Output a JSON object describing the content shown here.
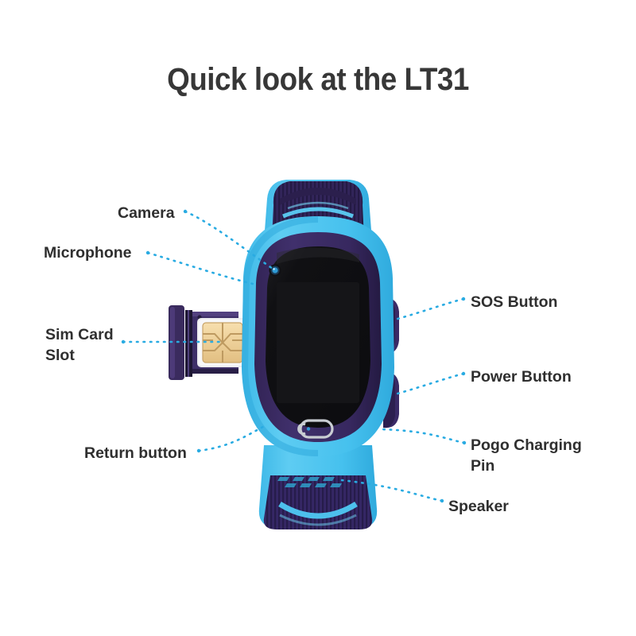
{
  "page": {
    "title": "Quick look at the LT31",
    "background_color": "#ffffff",
    "title_color": "#373737"
  },
  "product": {
    "name": "LT31",
    "type": "kids smart watch",
    "colors": {
      "strap_light_blue": "#4CC3EE",
      "strap_light_blue_dark": "#37B4E3",
      "case_purple": "#3A2B5E",
      "case_purple_dark": "#2E2250",
      "screen_black": "#111113",
      "screen_black_edge": "#1C1C20",
      "sim_gold": "#F2D39B",
      "sim_gold_dark": "#DDB877",
      "sim_tray_white": "#F2F2F4",
      "leader_line_blue": "#29ABE2",
      "return_button_gray": "#C9CDD2",
      "camera_lens_blue": "#2E9BD6"
    }
  },
  "callouts": [
    {
      "id": "camera",
      "label": "Camera",
      "side": "left"
    },
    {
      "id": "microphone",
      "label": "Microphone",
      "side": "left"
    },
    {
      "id": "sim-card",
      "label": "Sim Card\nSlot",
      "side": "left"
    },
    {
      "id": "return",
      "label": "Return button",
      "side": "left"
    },
    {
      "id": "sos",
      "label": "SOS Button",
      "side": "right"
    },
    {
      "id": "power",
      "label": "Power Button",
      "side": "right"
    },
    {
      "id": "pogo",
      "label": "Pogo Charging\nPin",
      "side": "right"
    },
    {
      "id": "speaker",
      "label": "Speaker",
      "side": "right"
    }
  ]
}
